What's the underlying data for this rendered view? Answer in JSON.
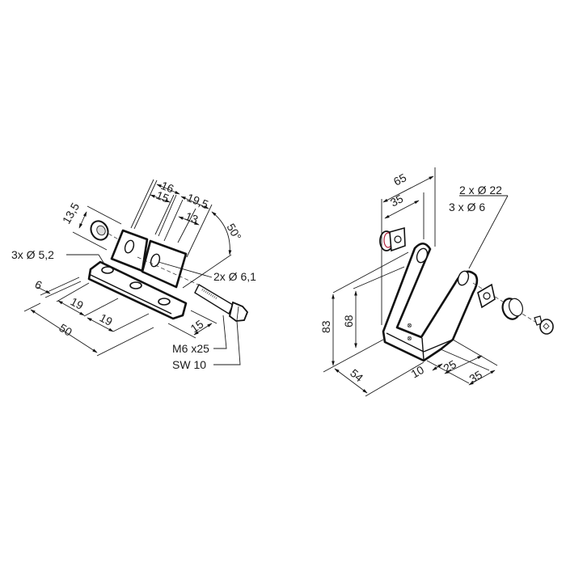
{
  "drawing_left": {
    "title": "hinge bracket with nut and bolt",
    "dimensions": {
      "d_13_5": "13,5",
      "d_16": "16",
      "d_15_top": "15",
      "d_19_5": "19,5",
      "d_13": "13",
      "angle": "50°",
      "d_6": "6",
      "d_19_a": "19",
      "d_19_b": "19",
      "d_50": "50",
      "d_15_bolt": "15"
    },
    "callouts": {
      "holes_base": "3x Ø 5,2",
      "holes_flap": "2x Ø 6,1",
      "bolt_size": "M6 x25",
      "wrench_size": "SW 10"
    }
  },
  "drawing_right": {
    "title": "U-bracket with washers and screw",
    "dimensions": {
      "d_65": "65",
      "d_35_top": "35",
      "d_83": "83",
      "d_68": "68",
      "d_54": "54",
      "d_10": "10",
      "d_25": "25",
      "d_35_bottom": "35"
    },
    "callouts": {
      "dia_22": "2 x Ø 22",
      "dia_6": "3 x Ø 6"
    }
  },
  "colors": {
    "line": "#111111",
    "background": "#ffffff",
    "accent_red": "#b0203a"
  }
}
